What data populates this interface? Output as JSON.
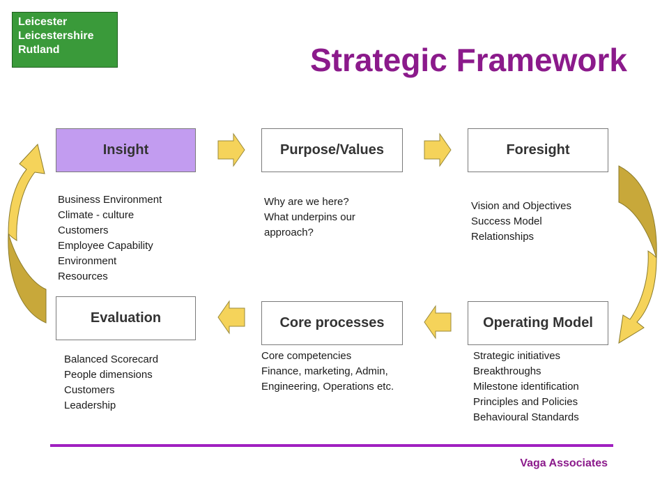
{
  "logo": {
    "lines": [
      "Leicester",
      "Leicestershire",
      "Rutland"
    ]
  },
  "title": "Strategic Framework",
  "boxes": {
    "insight": "Insight",
    "purpose": "Purpose/Values",
    "foresight": "Foresight",
    "evaluation": "Evaluation",
    "core": "Core processes",
    "operating": "Operating Model"
  },
  "descriptions": {
    "insight": [
      "Business Environment",
      "Climate - culture",
      "Customers",
      "Employee Capability",
      "Environment",
      "Resources"
    ],
    "purpose": [
      "Why are we here?",
      "What underpins our",
      "approach?"
    ],
    "foresight": [
      "Vision and Objectives",
      "Success Model",
      "Relationships"
    ],
    "evaluation": [
      "Balanced Scorecard",
      "People dimensions",
      "Customers",
      "Leadership"
    ],
    "core": [
      "Core competencies",
      "Finance, marketing, Admin,",
      "Engineering, Operations etc."
    ],
    "operating": [
      "Strategic initiatives",
      "Breakthroughs",
      "Milestone identification",
      "Principles and Policies",
      "Behavioural Standards"
    ]
  },
  "footer": "Vaga Associates",
  "colors": {
    "title": "#8b1a8b",
    "logo_bg": "#3a9a3a",
    "insight_bg": "#c29cf0",
    "arrow_fill": "#f5d35a",
    "arrow_shade": "#c8a83a",
    "divider": "#a020c0"
  }
}
